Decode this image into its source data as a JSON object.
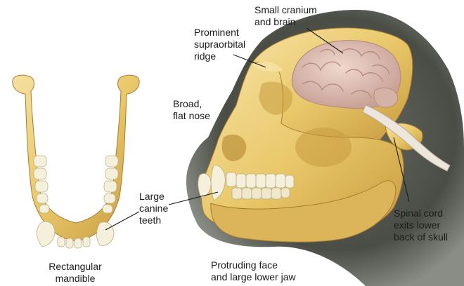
{
  "labels": {
    "small_cranium": {
      "line1": "Small cranium",
      "line2": "and brain"
    },
    "supraorbital": {
      "line1": "Prominent",
      "line2": "supraorbital",
      "line3": "ridge"
    },
    "nose": {
      "line1": "Broad,",
      "line2": "flat nose"
    },
    "canine": {
      "line1": "Large",
      "line2": "canine",
      "line3": "teeth"
    },
    "spinal_cord": {
      "line1": "Spinal cord",
      "line2": "exits lower",
      "line3": "back of skull"
    },
    "mandible": {
      "line1": "Rectangular",
      "line2": "mandible"
    },
    "face": {
      "line1": "Protruding face",
      "line2": "and large lower jaw"
    }
  },
  "colors": {
    "bone": "#e9c86a",
    "bone_shadow": "#c79a3e",
    "bone_light": "#f6e0a0",
    "teeth": "#f4f0dc",
    "brain": "#e3c2b6",
    "brain_fold": "#b78c80",
    "head_shadow": "#4a4d46",
    "leader_line": "#1a1a1a"
  }
}
